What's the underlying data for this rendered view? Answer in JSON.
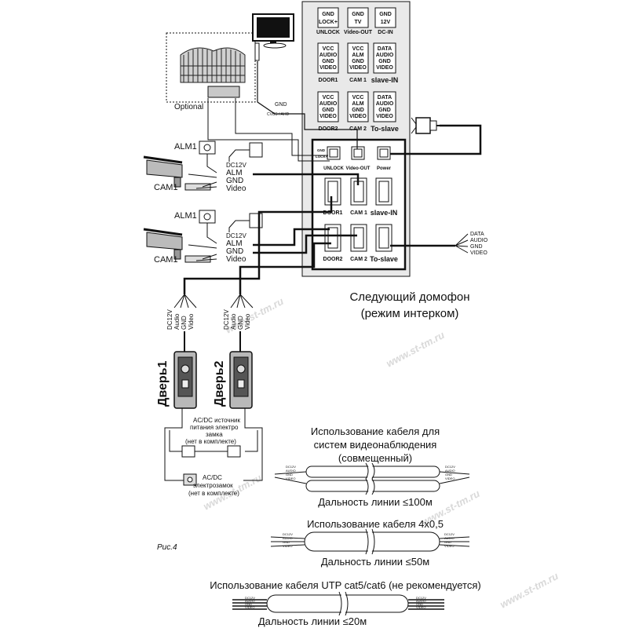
{
  "monitor_back": {
    "top_terminals": [
      {
        "lines": [
          "GND",
          "LOCK+"
        ],
        "caption": "UNLOCK"
      },
      {
        "lines": [
          "GND",
          "TV"
        ],
        "caption": "Video-OUT"
      },
      {
        "lines": [
          "GND",
          "12V"
        ],
        "caption": "DC-IN"
      }
    ],
    "row2": [
      {
        "lines": [
          "VCC",
          "AUDIO",
          "GND",
          "VIDEO"
        ],
        "caption": "DOOR1"
      },
      {
        "lines": [
          "VCC",
          "ALM",
          "GND",
          "VIDEO"
        ],
        "caption": "CAM 1"
      },
      {
        "lines": [
          "DATA",
          "AUDIO",
          "GND",
          "VIDEO"
        ],
        "caption": "slave-IN"
      }
    ],
    "row3": [
      {
        "lines": [
          "VCC",
          "AUDIO",
          "GND",
          "VIDEO"
        ],
        "caption": "DOOR2"
      },
      {
        "lines": [
          "VCC",
          "ALM",
          "GND",
          "VIDEO"
        ],
        "caption": "CAM 2"
      },
      {
        "lines": [
          "DATA",
          "AUDIO",
          "GND",
          "VIDEO"
        ],
        "caption": "To-slave"
      }
    ]
  },
  "connector_panel": {
    "top": [
      {
        "pins": [
          "GND",
          "LOCK+"
        ],
        "caption": "UNLOCK"
      },
      {
        "caption": "Video-OUT"
      },
      {
        "caption": "Power"
      }
    ],
    "row2": [
      "DOOR1",
      "CAM 1",
      "slave-IN"
    ],
    "row3": [
      "DOOR2",
      "CAM 2",
      "To-slave"
    ]
  },
  "optional_label": "Optional",
  "gnd_label": "GND",
  "cvbs_label": "CVBS / AHD",
  "cameras": [
    {
      "alm": "ALM1",
      "name": "CAM1",
      "wires": [
        "DC12V",
        "ALM",
        "GND",
        "Video"
      ]
    },
    {
      "alm": "ALM1",
      "name": "CAM1",
      "wires": [
        "DC12V",
        "ALM",
        "GND",
        "Video"
      ]
    }
  ],
  "slave_out_wires": [
    "DATA",
    "AUDIO",
    "GND",
    "VIDEO"
  ],
  "next_intercom": [
    "Следующий домофон",
    "(режим интерком)"
  ],
  "door_wires": [
    "DC12V",
    "Audio",
    "GND",
    "Video"
  ],
  "doors": [
    "Дверь1",
    "Дверь2"
  ],
  "power_source": [
    "AC/DC источник",
    "питания электро",
    "замка",
    "(нет в комплекте)"
  ],
  "lock": [
    "AC/DC",
    "электрозамок",
    "(нет в комплекте)"
  ],
  "fig_label": "Рис.4",
  "cables": [
    {
      "title": [
        "Использование кабеля для",
        "систем видеонаблюдения",
        "(совмещенный)"
      ],
      "range": "Дальность линии ≤100м",
      "left_pins": [
        "DC12V",
        "AUDIO",
        "GND",
        "VIDEO"
      ],
      "right_pins": [
        "DC12V",
        "AUDIO",
        "GND",
        "VIDEO"
      ]
    },
    {
      "title": [
        "Использование кабеля 4х0,5"
      ],
      "range": "Дальность линии ≤50м",
      "left_pins": [
        "DC12V",
        "AUDIO",
        "GND",
        "VIDEO"
      ],
      "right_pins": [
        "DC12V",
        "AUDIO",
        "GND",
        "VIDEO"
      ]
    },
    {
      "title": [
        "Использование кабеля UTP cat5/cat6 (не рекомендуется)"
      ],
      "range": "Дальность линии ≤20м",
      "left_pins": [
        "DC12V",
        "AUDIO",
        "GND",
        "VIDEO"
      ],
      "right_pins": [
        "DC12V",
        "AUDIO",
        "GND",
        "VIDEO"
      ]
    }
  ],
  "watermarks": [
    "www.st-tm.ru",
    "www.st-tm.ru",
    "www.st-tm.ru",
    "www.st-tm.ru",
    "www.st-tm.ru"
  ],
  "colors": {
    "ink": "#111111",
    "panel": "#e9e9e9",
    "watermark": "#d9d9d9"
  }
}
